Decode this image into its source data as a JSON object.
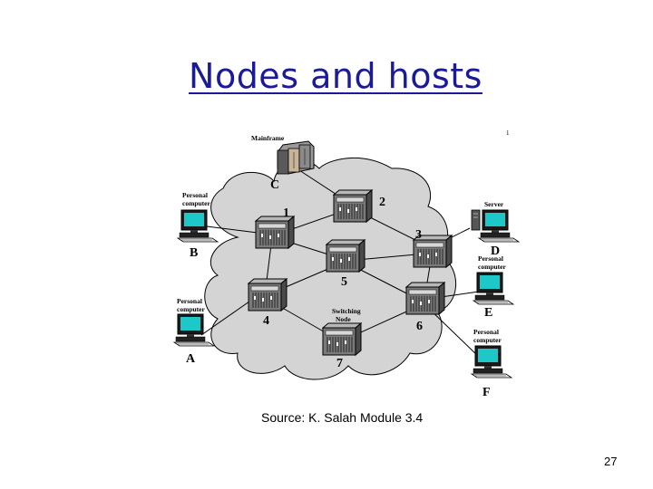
{
  "title": "Nodes and hosts",
  "caption": "Source: K. Salah Module 3.4",
  "page_number": "27",
  "diagram": {
    "corner_mark": "1",
    "cloud_label": [
      "Switching",
      "Node"
    ],
    "switching_nodes": [
      "1",
      "2",
      "3",
      "4",
      "5",
      "6",
      "7"
    ],
    "hosts": [
      {
        "id": "A",
        "type": "Personal computer",
        "type_lines": [
          "Personal",
          "computer"
        ]
      },
      {
        "id": "B",
        "type": "Personal computer",
        "type_lines": [
          "Personal",
          "computer"
        ]
      },
      {
        "id": "C",
        "type": "Mainframe",
        "type_lines": [
          "Mainframe"
        ]
      },
      {
        "id": "D",
        "type": "Server",
        "type_lines": [
          "Server"
        ]
      },
      {
        "id": "E",
        "type": "Personal computer",
        "type_lines": [
          "Personal",
          "computer"
        ]
      },
      {
        "id": "F",
        "type": "Personal computer",
        "type_lines": [
          "Personal",
          "computer"
        ]
      }
    ],
    "links": [
      [
        "C",
        "2"
      ],
      [
        "B",
        "1"
      ],
      [
        "A",
        "4"
      ],
      [
        "D",
        "3"
      ],
      [
        "E",
        "6"
      ],
      [
        "F",
        "6"
      ],
      [
        "1",
        "2"
      ],
      [
        "2",
        "3"
      ],
      [
        "1",
        "5"
      ],
      [
        "1",
        "4"
      ],
      [
        "3",
        "5"
      ],
      [
        "4",
        "5"
      ],
      [
        "5",
        "6"
      ],
      [
        "3",
        "6"
      ],
      [
        "4",
        "7"
      ],
      [
        "6",
        "7"
      ]
    ],
    "colors": {
      "cloud": "#d4d4d4",
      "screen": "#1ec8c8",
      "title": "#1a1a9a"
    }
  }
}
